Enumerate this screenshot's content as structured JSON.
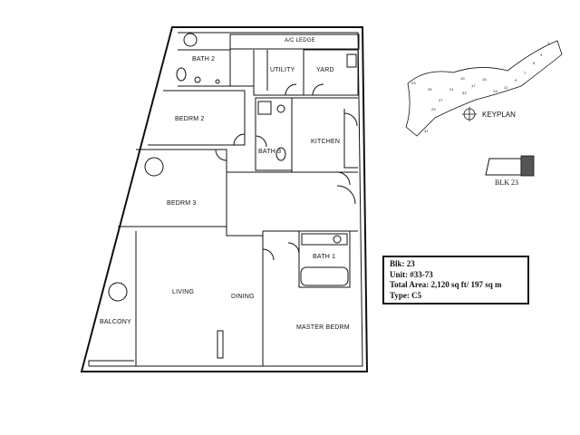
{
  "rooms": {
    "ac_ledge": "A/C LEDGE",
    "bath2": "BATH 2",
    "utility": "UTILITY",
    "yard": "YARD",
    "bedrm2": "BEDRM 2",
    "bath3": "BATH 3",
    "kitchen": "KITCHEN",
    "bedrm3": "BEDRM 3",
    "bath1": "BATH 1",
    "living": "LIVING",
    "dining": "DINING",
    "balcony": "BALCONY",
    "master_bedrm": "MASTER BEDRM"
  },
  "keyplan": {
    "label": "KEYPLAN",
    "block_label": "BLK 23",
    "block_numbers": [
      "1",
      "3",
      "5",
      "7",
      "9",
      "11",
      "13",
      "15",
      "17",
      "19",
      "21",
      "23",
      "25",
      "27",
      "29",
      "31",
      "33"
    ]
  },
  "unit_info": {
    "blk": "Blk: 23",
    "unit": "Unit: #33-73",
    "area": "Total Area: 2,120 sq ft/ 197 sq m",
    "type": "Type: C5"
  },
  "colors": {
    "ink": "#111111",
    "paper": "#ffffff",
    "shade": "#555555"
  }
}
